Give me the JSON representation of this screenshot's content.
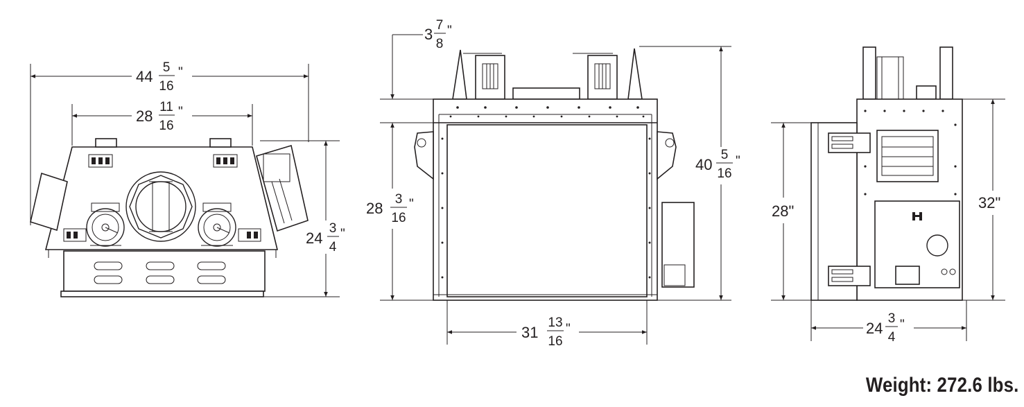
{
  "views": {
    "left": {
      "overall_width": {
        "whole": "44",
        "num": "5",
        "den": "16",
        "unit": "\""
      },
      "center_width": {
        "whole": "28",
        "num": "11",
        "den": "16",
        "unit": "\""
      },
      "height": {
        "whole": "24",
        "num": "3",
        "den": "4",
        "unit": "\""
      }
    },
    "front": {
      "top_offset": {
        "whole": "3",
        "num": "7",
        "den": "8",
        "unit": "\""
      },
      "opening_height": {
        "whole": "28",
        "num": "3",
        "den": "16",
        "unit": "\""
      },
      "overall_height": {
        "whole": "40",
        "num": "5",
        "den": "16",
        "unit": "\""
      },
      "opening_width": {
        "whole": "31",
        "num": "13",
        "den": "16",
        "unit": "\""
      }
    },
    "side": {
      "height_left": {
        "whole": "28\"",
        "num": "",
        "den": "",
        "unit": ""
      },
      "height_right": {
        "whole": "32\"",
        "num": "",
        "den": "",
        "unit": ""
      },
      "depth": {
        "whole": "24",
        "num": "3",
        "den": "4",
        "unit": "\""
      }
    }
  },
  "weight_label": "Weight: 272.6 lbs."
}
